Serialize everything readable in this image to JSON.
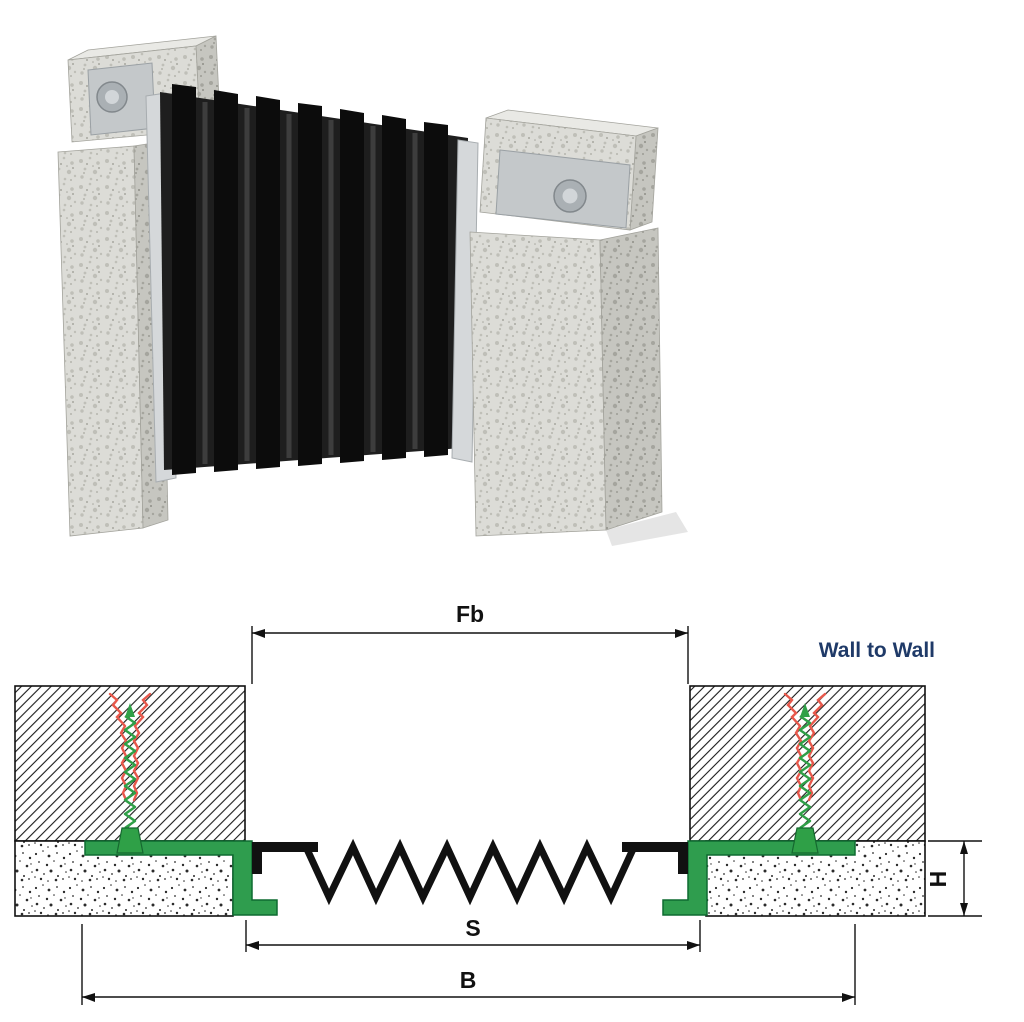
{
  "page": {
    "background": "#ffffff"
  },
  "product_photo": {
    "description": "3D rendering of a wall-to-wall expansion joint: black accordion rubber bellows fixed between two speckled concrete blocks with aluminium profiles and bolts"
  },
  "drawing": {
    "caption": "Wall to Wall",
    "caption_color": "#1F3A68",
    "dim_labels": {
      "fb": "Fb",
      "s": "S",
      "b": "B",
      "h": "H"
    },
    "colors": {
      "profile_green": "#2F9D4E",
      "profile_green_dark": "#0E6B31",
      "anchor_red": "#E8584B",
      "screw_green": "#2FA047",
      "membrane_black": "#111111",
      "dimension_line": "#111111",
      "concrete_light": "#DCDCD7",
      "concrete_shade": "#C6C6C0",
      "aluminium": "#D5D8DA"
    }
  }
}
